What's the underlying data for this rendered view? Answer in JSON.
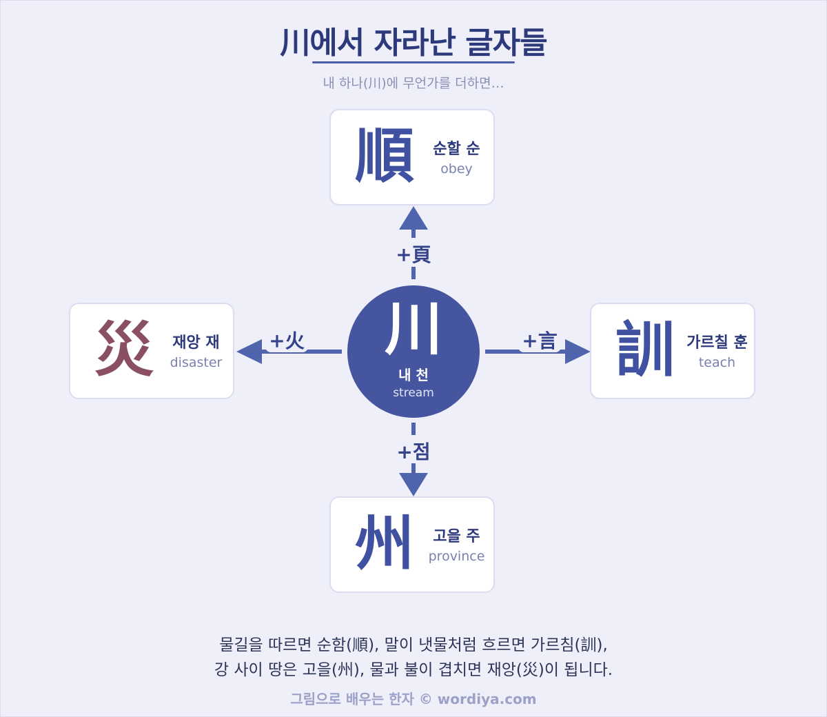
{
  "title": "川에서 자라난 글자들",
  "subtitle": "내 하나(川)에 무언가를 더하면…",
  "center": {
    "hanja": "川",
    "korean": "내 천",
    "english": "stream"
  },
  "branches": {
    "top": {
      "operator": "+頁",
      "hanja": "順",
      "korean": "순할 순",
      "english": "obey"
    },
    "right": {
      "operator": "+言",
      "hanja": "訓",
      "korean": "가르칠 훈",
      "english": "teach"
    },
    "bottom": {
      "operator": "+점",
      "hanja": "州",
      "korean": "고을 주",
      "english": "province"
    },
    "left": {
      "operator": "+火",
      "hanja": "災",
      "korean": "재앙 재",
      "english": "disaster"
    }
  },
  "caption": {
    "line1": "물길을 따르면 순함(順), 말이 냇물처럼 흐르면 가르침(訓),",
    "line2": "강 사이 땅은 고을(州), 물과 불이 겹치면 재앙(災)이 됩니다."
  },
  "footer": "그림으로 배우는 한자 © wordiya.com",
  "colors": {
    "background": "#efeff9",
    "primary": "#45559f",
    "arrow": "#5064ae",
    "disaster_accent": "#8a4f62",
    "title": "#2c3a7c"
  }
}
